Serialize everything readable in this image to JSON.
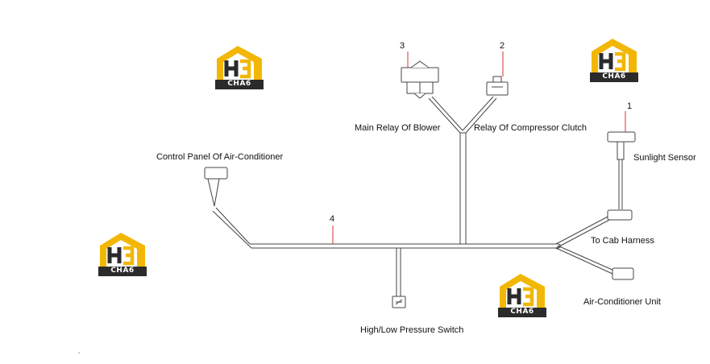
{
  "labels": {
    "main_relay_blower": "Main Relay Of Blower",
    "relay_compressor_clutch": "Relay Of Compressor Clutch",
    "control_panel": "Control Panel Of Air-Conditioner",
    "sunlight_sensor": "Sunlight Sensor",
    "to_cab_harness": "To Cab Harness",
    "ac_unit": "Air-Conditioner Unit",
    "pressure_switch": "High/Low Pressure Switch"
  },
  "callouts": {
    "n1": "1",
    "n2": "2",
    "n3": "3",
    "n4": "4"
  },
  "watermark": {
    "text": "CHA6",
    "colors": {
      "yellow": "#f2b705",
      "dark": "#2b2b2b",
      "callout_line": "#d93030"
    }
  }
}
